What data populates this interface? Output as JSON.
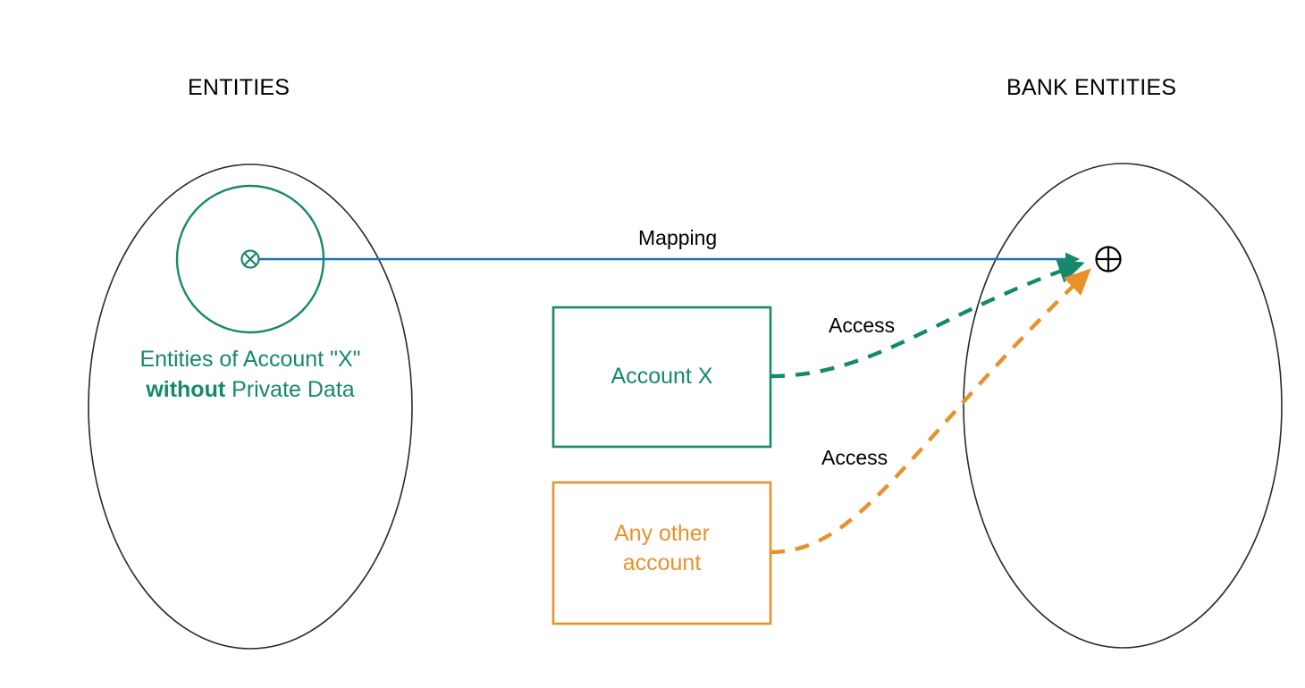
{
  "diagram": {
    "title_left": "ENTITIES",
    "title_right": "BANK ENTITIES",
    "colors": {
      "teal": "#17896B",
      "orange": "#E8912C",
      "blue": "#1A72AE",
      "outline": "#2A2A2A",
      "text": "#000000"
    }
  },
  "left_group": {
    "label": "ENTITIES",
    "caption_line1": "Entities of Account \"X\"",
    "caption_line2_bold": "without",
    "caption_line2_rest": " Private Data",
    "node_icon": "circle-times-icon"
  },
  "right_group": {
    "label": "BANK ENTITIES",
    "node_icon": "circle-plus-icon"
  },
  "boxes": [
    {
      "name": "account-x",
      "label": "Account X",
      "color": "#17896B"
    },
    {
      "name": "any-other-account",
      "label_line1": "Any other",
      "label_line2": "account",
      "color": "#E8912C"
    }
  ],
  "edges": [
    {
      "name": "mapping",
      "label": "Mapping",
      "style": "solid",
      "color": "#1A72AE",
      "arrow_color": "#17896B"
    },
    {
      "name": "access-account-x",
      "label": "Access",
      "style": "dashed",
      "color": "#17896B"
    },
    {
      "name": "access-any-other",
      "label": "Access",
      "style": "dashed",
      "color": "#E8912C"
    }
  ]
}
